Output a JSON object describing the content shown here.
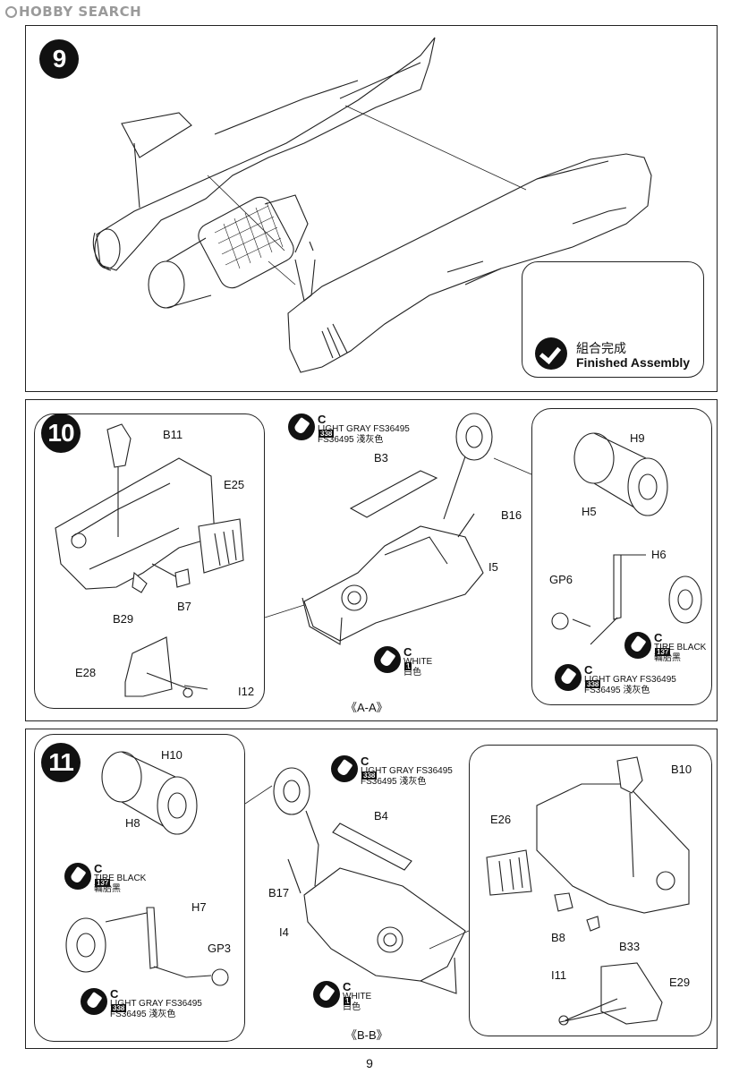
{
  "brand": {
    "logo_text": "HOBBY SEARCH"
  },
  "page_number": "9",
  "step9": {
    "number": "9",
    "finished_cn": "組合完成",
    "finished_en": "Finished Assembly"
  },
  "step10": {
    "number": "10",
    "parts": {
      "b11": "B11",
      "e25": "E25",
      "b29": "B29",
      "b7": "B7",
      "e28": "E28",
      "i12": "I12",
      "b3": "B3",
      "b16": "B16",
      "i5": "I5",
      "h9": "H9",
      "h5": "H5",
      "h6": "H6",
      "gp6": "GP6"
    },
    "paint_gray": {
      "code": "C",
      "num": "338",
      "line1": "LIGHT GRAY FS36495",
      "line2": "FS36495 淺灰色"
    },
    "paint_white": {
      "code": "C",
      "num": "1",
      "line1": "WHITE",
      "line2": "白色"
    },
    "paint_tire": {
      "code": "C",
      "num": "137",
      "line1": "TIRE BLACK",
      "line2": "輪胎黑"
    },
    "paint_gray2": {
      "code": "C",
      "num": "338",
      "line1": "LIGHT GRAY FS36495",
      "line2": "FS36495 淺灰色"
    },
    "section": "《A-A》"
  },
  "step11": {
    "number": "11",
    "parts": {
      "h10": "H10",
      "h8": "H8",
      "h7": "H7",
      "gp3": "GP3",
      "b17": "B17",
      "b4": "B4",
      "i4": "I4",
      "b10": "B10",
      "e26": "E26",
      "b8": "B8",
      "b33": "B33",
      "i11": "I11",
      "e29": "E29"
    },
    "paint_tire": {
      "code": "C",
      "num": "137",
      "line1": "TIRE BLACK",
      "line2": "輪胎黑"
    },
    "paint_gray": {
      "code": "C",
      "num": "338",
      "line1": "LIGHT GRAY FS36495",
      "line2": "FS36495 淺灰色"
    },
    "paint_gray_top": {
      "code": "C",
      "num": "338",
      "line1": "LIGHT GRAY FS36495",
      "line2": "FS36495 淺灰色"
    },
    "paint_white": {
      "code": "C",
      "num": "1",
      "line1": "WHITE",
      "line2": "白色"
    },
    "section": "《B-B》"
  }
}
